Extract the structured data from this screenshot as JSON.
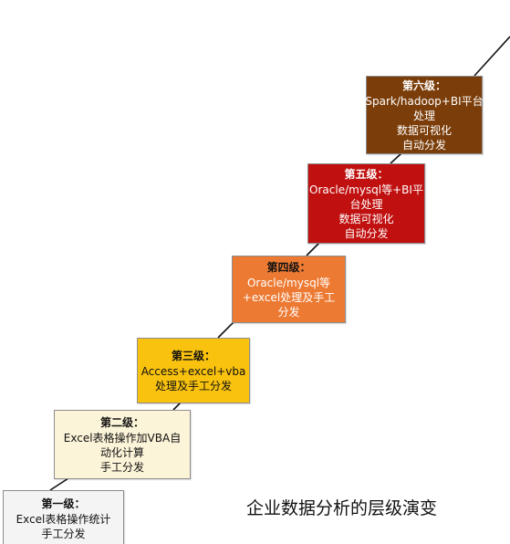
{
  "caption": "企业数据分析的层级演变",
  "levels": [
    {
      "title": "第一级：",
      "lines": [
        "Excel表格操作统计",
        "手工分发"
      ]
    },
    {
      "title": "第二级：",
      "lines": [
        "Excel表格操作加VBA自",
        "动化计算",
        "手工分发"
      ]
    },
    {
      "title": "第三级：",
      "lines": [
        "Access+excel+vba",
        "处理及手工分发"
      ]
    },
    {
      "title": "第四级：",
      "lines": [
        "Oracle/mysql等",
        "+excel处理及手工",
        "分发"
      ]
    },
    {
      "title": "第五级：",
      "lines": [
        "Oracle/mysql等+BI平",
        "台处理",
        "数据可视化",
        "自动分发"
      ]
    },
    {
      "title": "第六级：",
      "lines": [
        "Spark/hadoop+BI平台",
        "处理",
        "数据可视化",
        "自动分发"
      ]
    }
  ],
  "colors": {
    "level1": "#f4f4f4",
    "level2": "#fcf4d8",
    "level3": "#f9c20e",
    "level4": "#ed7a33",
    "level5": "#c0100f",
    "level6": "#7b3d09",
    "connector": "#111111"
  }
}
